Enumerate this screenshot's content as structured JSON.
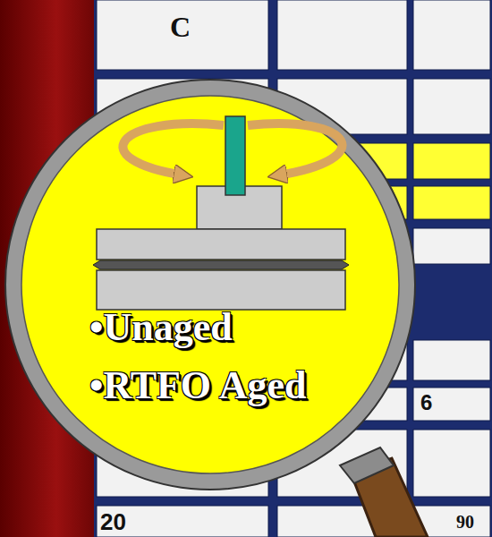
{
  "diagram": {
    "nodes": [
      {
        "text": [
          "•Unaged",
          "•RTFO Aged"
        ]
      }
    ],
    "labels": [
      "C",
      "6",
      "20",
      "90"
    ]
  }
}
